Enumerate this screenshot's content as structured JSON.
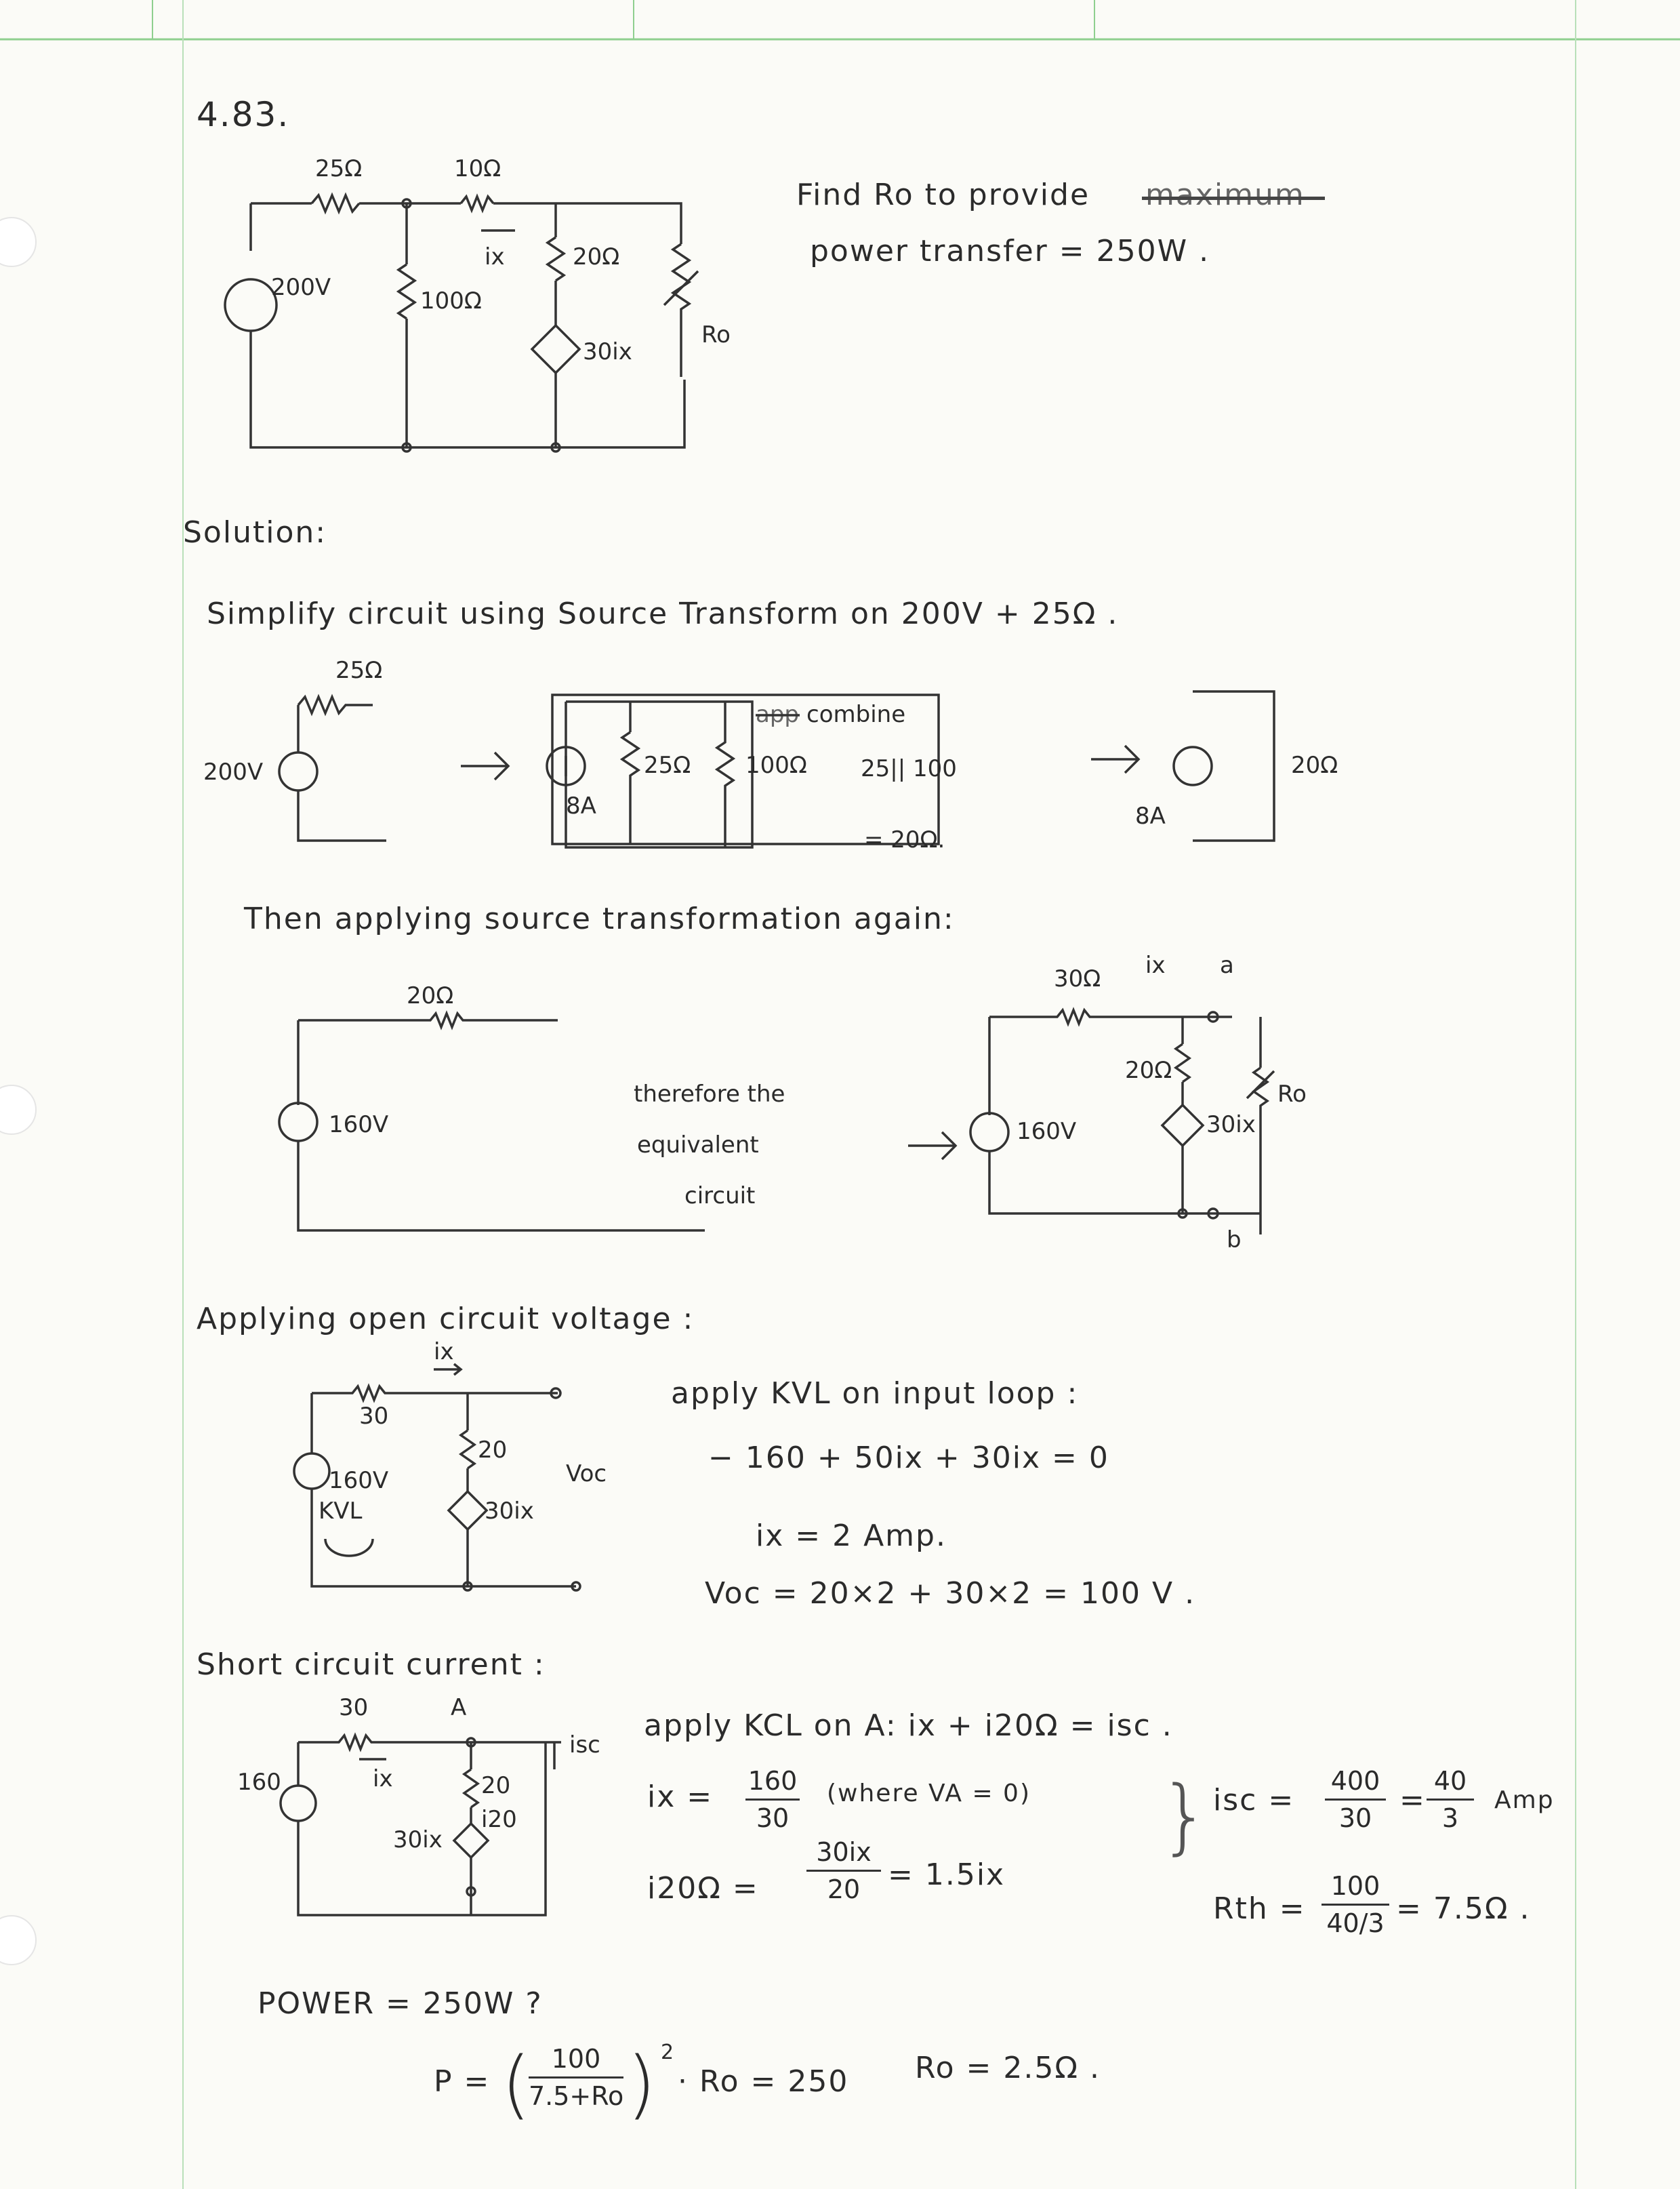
{
  "problem": {
    "number": "4.83.",
    "statement": [
      "Find Ro to provide",
      "power transfer = 250W ."
    ],
    "struck_word": "maximum",
    "circuit_labels": {
      "r25": "25Ω",
      "r10": "10Ω",
      "ix": "ix",
      "r20": "20Ω",
      "vs": "200V",
      "r100": "100Ω",
      "dep": "30ix",
      "ro": "Ro"
    }
  },
  "solution": {
    "heading": "Solution:",
    "step1": "Simplify circuit using Source Transform on 200V + 25Ω .",
    "step1_labels": {
      "r25": "25Ω",
      "v200": "200V",
      "i8a": "8A",
      "r25b": "25Ω",
      "r100": "100Ω",
      "combine_struck": "app",
      "combine": "combine",
      "parallel": "25|| 100",
      "result": "= 20Ω.",
      "i8a_2": "8A",
      "r20": "20Ω"
    },
    "step2": "Then applying source transformation again:",
    "step2_labels": {
      "r20": "20Ω",
      "v160": "160V",
      "therefore": "therefore the",
      "equiv": "equivalent",
      "circuit": "circuit",
      "r30": "30Ω",
      "ix": "ix",
      "a": "a",
      "b": "b",
      "r20b": "20Ω",
      "ro": "Ro",
      "v160b": "160V",
      "dep": "30ix"
    },
    "voc_heading": "Applying open circuit voltage :",
    "voc_circuit": {
      "ix": "ix",
      "r30": "30",
      "r20": "20",
      "v160": "160V",
      "kvl": "KVL",
      "dep": "30ix",
      "voc": "Voc"
    },
    "voc_work": [
      "apply KVL on input loop :",
      "− 160 + 50ix + 30ix = 0",
      "ix = 2 Amp.",
      "Voc = 20×2 + 30×2 = 100 V ."
    ],
    "isc_heading": "Short circuit current :",
    "isc_circuit": {
      "r30": "30",
      "node": "A",
      "isc": "isc",
      "ix": "ix",
      "r20": "20",
      "i20": "i20",
      "dep": "30ix",
      "v160": "160"
    },
    "isc_work": {
      "kcl": "apply KCL on A: ix + i20Ω = isc .",
      "ix_lhs": "ix =",
      "ix_num": "160",
      "ix_den": "30",
      "ix_note": "(where VA = 0)",
      "i20_lhs": "i20Ω =",
      "i20_num": "30ix",
      "i20_den": "20",
      "i20_rhs": "= 1.5ix",
      "isc_lhs": "isc =",
      "isc_num": "400",
      "isc_den": "30",
      "isc_eq": "=",
      "isc_num2": "40",
      "isc_den2": "3",
      "isc_unit": "Amp",
      "rth_lhs": "Rth =",
      "rth_num": "100",
      "rth_den": "40/3",
      "rth_rhs": "= 7.5Ω ."
    },
    "power_line": "POWER = 250W ?",
    "power_eq": {
      "lhs": "P =",
      "num": "100",
      "den": "7.5+Ro",
      "rhs": "· Ro = 250"
    },
    "answer": "Ro = 2.5Ω ."
  }
}
